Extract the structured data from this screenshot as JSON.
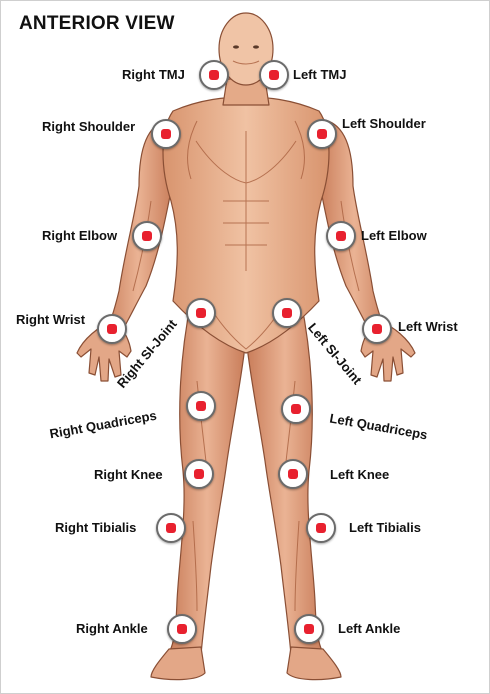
{
  "title": "ANTERIOR VIEW",
  "colors": {
    "marker_dot": "#e8212f",
    "marker_ring": "#6b6b6b",
    "skin": "#e9b492",
    "muscle": "#d9906e",
    "outline": "#8a4f35"
  },
  "points": {
    "right_tmj": "Right TMJ",
    "left_tmj": "Left TMJ",
    "right_shoulder": "Right Shoulder",
    "left_shoulder": "Left Shoulder",
    "right_elbow": "Right Elbow",
    "left_elbow": "Left Elbow",
    "right_wrist": "Right Wrist",
    "left_wrist": "Left Wrist",
    "right_si_joint": "Right SI-Joint",
    "left_si_joint": "Left SI-Joint",
    "right_quadriceps": "Right Quadriceps",
    "left_quadriceps": "Left Quadriceps",
    "right_knee": "Right Knee",
    "left_knee": "Left Knee",
    "right_tibialis": "Right Tibialis",
    "left_tibialis": "Left Tibialis",
    "right_ankle": "Right Ankle",
    "left_ankle": "Left Ankle"
  }
}
